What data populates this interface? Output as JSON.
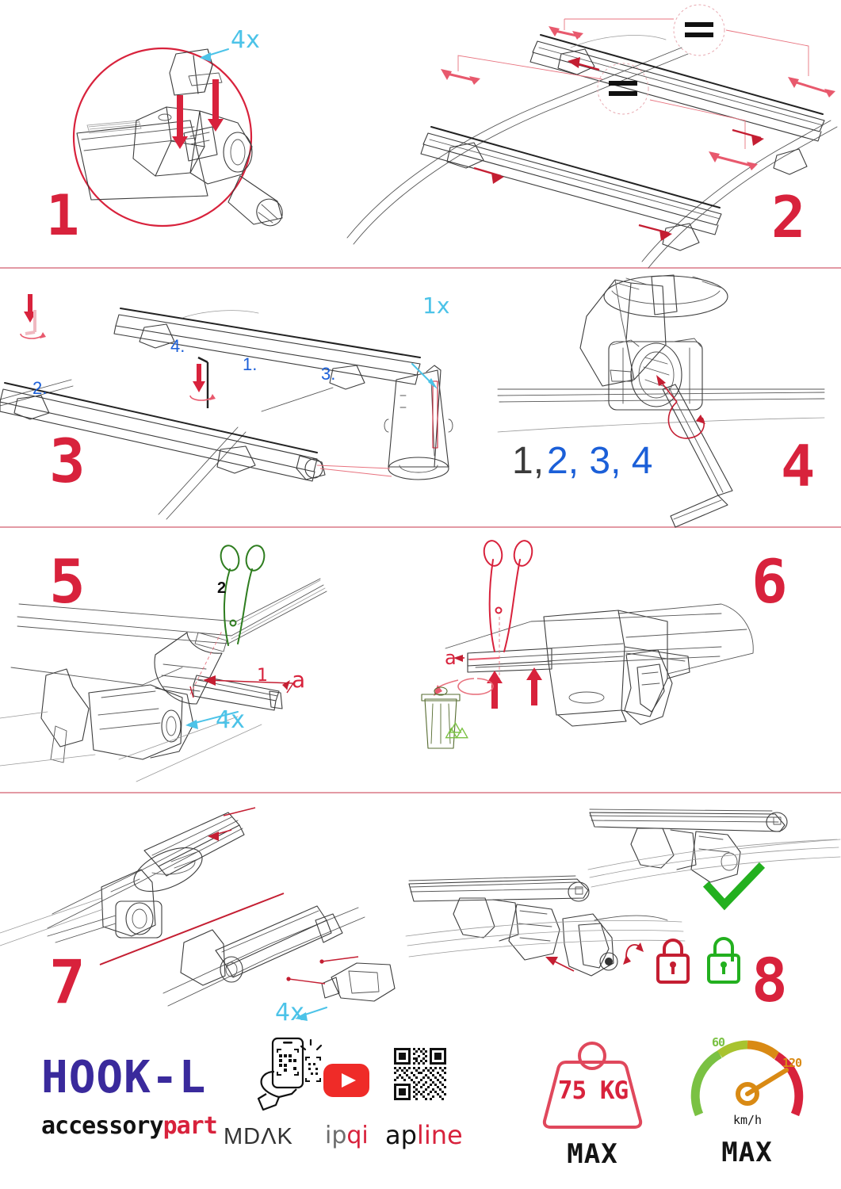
{
  "document": {
    "type": "roof-rack-installation-manual",
    "product_name": "HOOK-L",
    "brand_primary": "accessorypart",
    "accent_red": "#d8223c",
    "accent_cyan": "#4cc3e8",
    "accent_blue": "#1b5fd8",
    "accent_green": "#2e7d1f",
    "brand_purple": "#3a2a9c"
  },
  "panels": [
    {
      "id": "panel-1",
      "step_number": "1",
      "labels": [
        {
          "text": "4x",
          "color": "cyan",
          "meaning": "quantity-four-times"
        }
      ],
      "annotations": [
        "red-detail-circle",
        "two-red-insertion-arrows"
      ]
    },
    {
      "id": "panel-2",
      "step_number": "2",
      "labels": [
        {
          "text": "=",
          "color": "black",
          "meaning": "equal-spacing-front"
        },
        {
          "text": "=",
          "color": "black",
          "meaning": "equal-spacing-rear"
        }
      ],
      "annotations": [
        "four-double-headed-measure-arrows",
        "four-red-slide-arrows"
      ]
    },
    {
      "id": "panel-3",
      "step_number": "3",
      "labels": [
        {
          "text": "1.",
          "color": "blue",
          "meaning": "tighten-order-1"
        },
        {
          "text": "2.",
          "color": "blue",
          "meaning": "tighten-order-2"
        },
        {
          "text": "3.",
          "color": "blue",
          "meaning": "tighten-order-3"
        },
        {
          "text": "4.",
          "color": "blue",
          "meaning": "tighten-order-4"
        },
        {
          "text": "1x",
          "color": "cyan",
          "meaning": "quantity-one-time"
        }
      ],
      "annotations": [
        "red-down-arrow-with-rotation",
        "allen-key-insert-callout"
      ]
    },
    {
      "id": "panel-4",
      "step_number": "4",
      "labels": [
        {
          "text": "1,",
          "color": "dark",
          "meaning": "sequence-first-pass"
        },
        {
          "text": "2, 3, 4",
          "color": "blue",
          "meaning": "sequence-remaining-passes"
        }
      ],
      "annotations": [
        "allen-key-tightening-rotation-arrow"
      ]
    },
    {
      "id": "panel-5",
      "step_number": "5",
      "labels": [
        {
          "text": "2",
          "color": "black",
          "meaning": "cut-point-2"
        },
        {
          "text": "1",
          "color": "red",
          "meaning": "measure-1"
        },
        {
          "text": "a",
          "color": "red",
          "meaning": "trim-length-a"
        },
        {
          "text": "4x",
          "color": "cyan",
          "meaning": "quantity-four-times"
        }
      ],
      "annotations": [
        "green-scissors",
        "red-measure-arrow"
      ]
    },
    {
      "id": "panel-6",
      "step_number": "6",
      "labels": [
        {
          "text": "a",
          "color": "red",
          "meaning": "offcut-length-a"
        }
      ],
      "annotations": [
        "red-scissors",
        "recycle-bin-icon",
        "two-red-push-up-arrows"
      ]
    },
    {
      "id": "panel-7",
      "step_number": "7",
      "labels": [
        {
          "text": "4x",
          "color": "cyan",
          "meaning": "quantity-four-times"
        }
      ],
      "annotations": [
        "red-alignment-lines",
        "end-cap-insert-arrow"
      ]
    },
    {
      "id": "panel-8",
      "step_number": "8",
      "labels": [],
      "annotations": [
        "locked-padlock-red",
        "unlocked-padlock-green",
        "green-check-mark",
        "red-key-turn-arrows"
      ]
    }
  ],
  "footer": {
    "product_title": "HOOK-L",
    "brand": {
      "part_a": "accessory",
      "part_b": "part"
    },
    "partner_logos": [
      {
        "name": "MDAK",
        "text": "MDΛK"
      },
      {
        "name": "ipqi",
        "text_a": "ip",
        "text_b": "qi"
      },
      {
        "name": "apline",
        "text_a": "ap",
        "text_b": "line"
      }
    ],
    "icons": [
      {
        "name": "scan-qr-with-phone-icon"
      },
      {
        "name": "youtube-icon"
      },
      {
        "name": "qr-code-icon"
      }
    ],
    "load_limit": {
      "value": "75 KG",
      "caption": "MAX"
    },
    "speed_limit": {
      "unit": "km/h",
      "caption": "MAX",
      "gauge_min": "60",
      "gauge_max": "120"
    }
  }
}
